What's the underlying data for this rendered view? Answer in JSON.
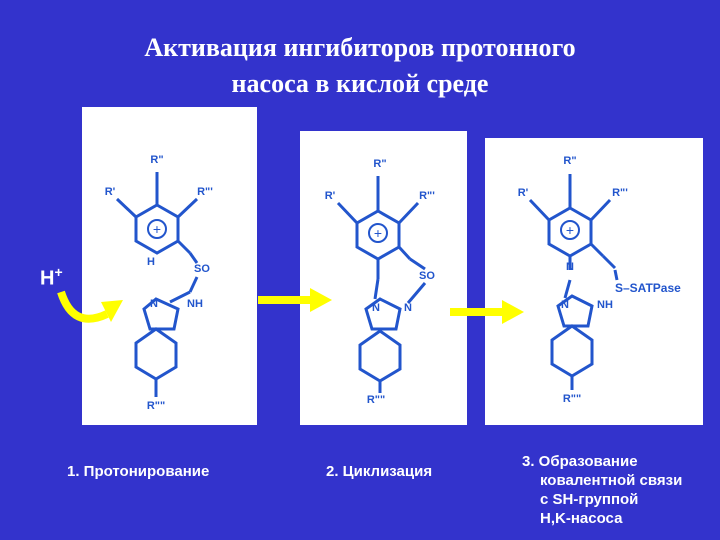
{
  "title": {
    "line1": "Активация ингибиторов протонного",
    "line2": "насоса в кислой среде"
  },
  "proton_label": {
    "base": "H",
    "sup": "+"
  },
  "panels": [
    {
      "labels": {
        "r_top": "R\"",
        "r_left": "R'",
        "r_right": "R\"'",
        "h": "H",
        "so": "SO",
        "n1": "N",
        "nh": "NH",
        "r_bottom": "R\"\""
      }
    },
    {
      "labels": {
        "r_top": "R\"",
        "r_left": "R'",
        "r_right": "R\"'",
        "so": "SO",
        "n1": "N",
        "n2": "N",
        "r_bottom": "R\"\""
      }
    },
    {
      "labels": {
        "r_top": "R\"",
        "r_left": "R'",
        "r_right": "R\"'",
        "n_ring": "N",
        "s_atpase": "S–SATPase",
        "n1": "N",
        "nh": "NH",
        "r_bottom": "R\"\""
      }
    }
  ],
  "captions": {
    "step1": "1. Протонирование",
    "step2": "2. Циклизация",
    "step3_line1": "3. Образование",
    "step3_line2": "ковалентной связи",
    "step3_line3": "с SH-группой",
    "step3_line4": "H,K-насоса"
  },
  "colors": {
    "background": "#3333cc",
    "arrow": "#ffff00",
    "structure": "#2255cc"
  }
}
